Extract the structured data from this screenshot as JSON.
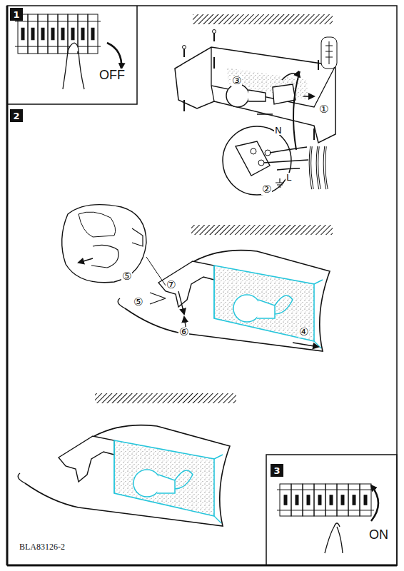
{
  "diagram": {
    "nodes": [
      {
        "text": [
          "1"
        ]
      },
      {
        "text": [
          "2"
        ]
      },
      {
        "text": [
          "3"
        ]
      }
    ],
    "labels": [
      "OFF",
      "③",
      "①",
      "N",
      "②",
      "L",
      "⑤",
      "⑦",
      "⑤",
      "⑥",
      "④",
      "ON",
      "BLA83126-2"
    ]
  }
}
